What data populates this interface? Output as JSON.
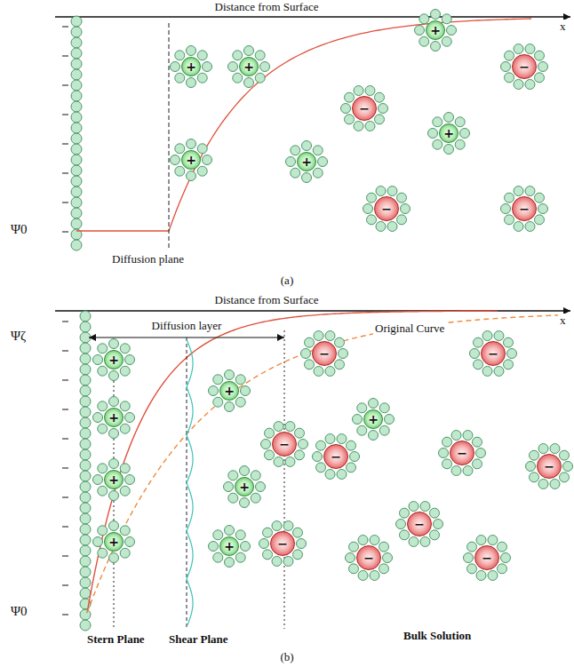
{
  "diagram": {
    "nodes": [
      {
        "text": [
          "+"
        ]
      },
      {
        "text": [
          "+"
        ]
      },
      {
        "text": [
          "+"
        ]
      },
      {
        "text": [
          "−"
        ]
      },
      {
        "text": [
          "−"
        ]
      },
      {
        "text": [
          "+"
        ]
      },
      {
        "text": [
          "+"
        ]
      },
      {
        "text": [
          "+"
        ]
      },
      {
        "text": [
          "−"
        ]
      },
      {
        "text": [
          "−"
        ]
      },
      {
        "text": [
          "+"
        ]
      },
      {
        "text": [
          "−"
        ]
      },
      {
        "text": [
          "−"
        ]
      },
      {
        "text": [
          "+"
        ]
      },
      {
        "text": [
          "+"
        ]
      },
      {
        "text": [
          "+"
        ]
      },
      {
        "text": [
          "−"
        ]
      },
      {
        "text": [
          "−"
        ]
      },
      {
        "text": [
          "+"
        ]
      },
      {
        "text": [
          "+"
        ]
      },
      {
        "text": [
          "−"
        ]
      },
      {
        "text": [
          "−"
        ]
      },
      {
        "text": [
          "−"
        ]
      },
      {
        "text": [
          "+"
        ]
      },
      {
        "text": [
          "+"
        ]
      },
      {
        "text": [
          "−"
        ]
      },
      {
        "text": [
          "−"
        ]
      },
      {
        "text": [
          "−"
        ]
      }
    ],
    "labels": [
      "Distance from Surface",
      "x",
      "Ψ0",
      "Diffusion plane",
      "(a)",
      "Distance from Surface",
      "x",
      "Diffusion layer",
      "Ψζ",
      "Original Curve",
      "Ψ0",
      "Stern Plane",
      "Shear Plane",
      "Bulk Solution",
      "(b)"
    ]
  }
}
